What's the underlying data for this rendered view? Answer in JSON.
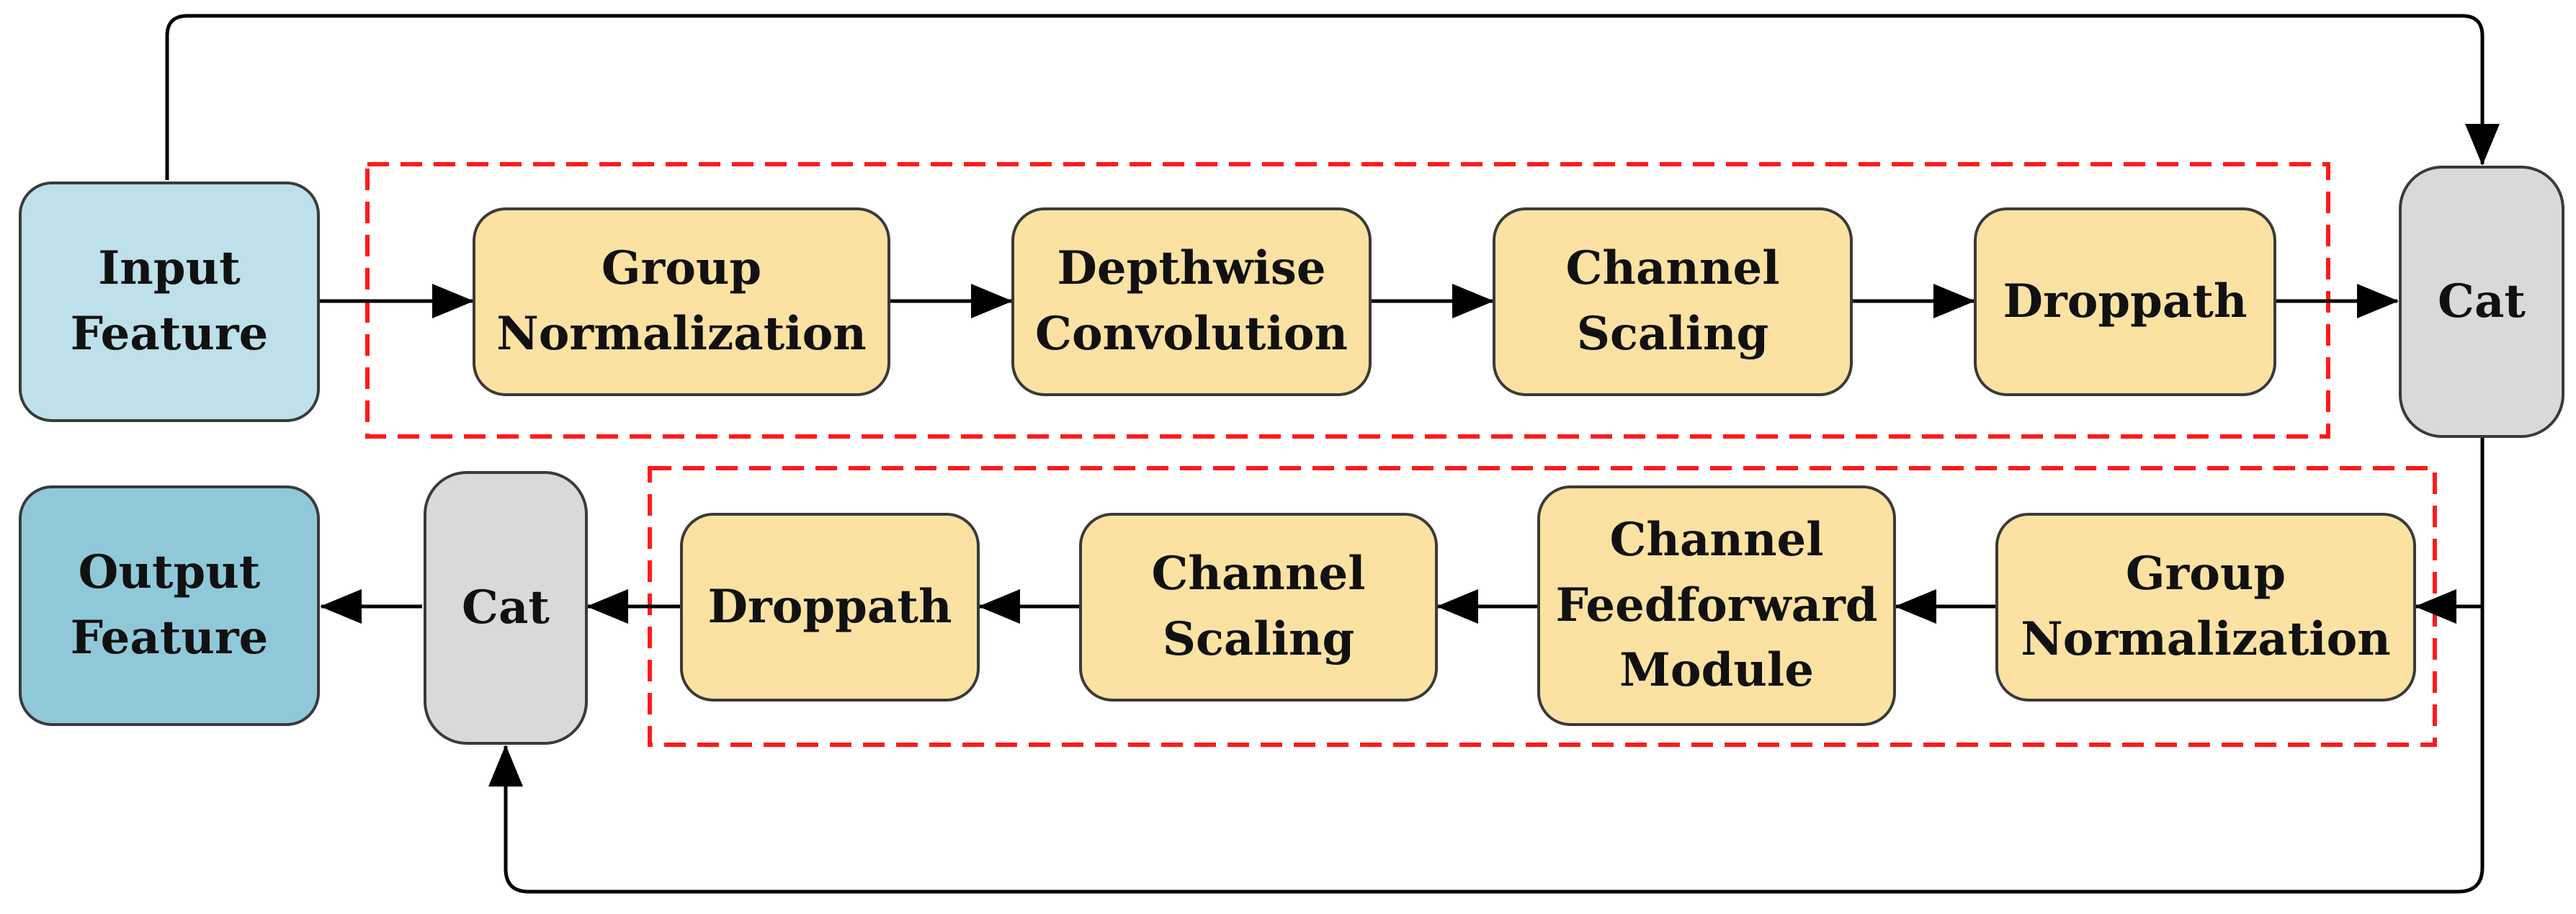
{
  "input_feature": [
    "Input",
    "Feature"
  ],
  "output_feature": [
    "Output",
    "Feature"
  ],
  "top_branch": {
    "blocks": [
      [
        "Group",
        "Normalization"
      ],
      [
        "Depthwise",
        "Convolution"
      ],
      [
        "Channel",
        "Scaling"
      ],
      [
        "Droppath"
      ]
    ],
    "cat_label": "Cat"
  },
  "bottom_branch": {
    "blocks": [
      [
        "Group",
        "Normalization"
      ],
      [
        "Channel",
        "Feedforward",
        "Module"
      ],
      [
        "Channel",
        "Scaling"
      ],
      [
        "Droppath"
      ]
    ],
    "cat_label": "Cat"
  },
  "colors": {
    "input": "#bde0ea",
    "output": "#8fc9d9",
    "block": "#fbe2a2",
    "cat": "#d9d9d9",
    "dashed_region": "#ff1a1a",
    "arrow": "#000000"
  }
}
